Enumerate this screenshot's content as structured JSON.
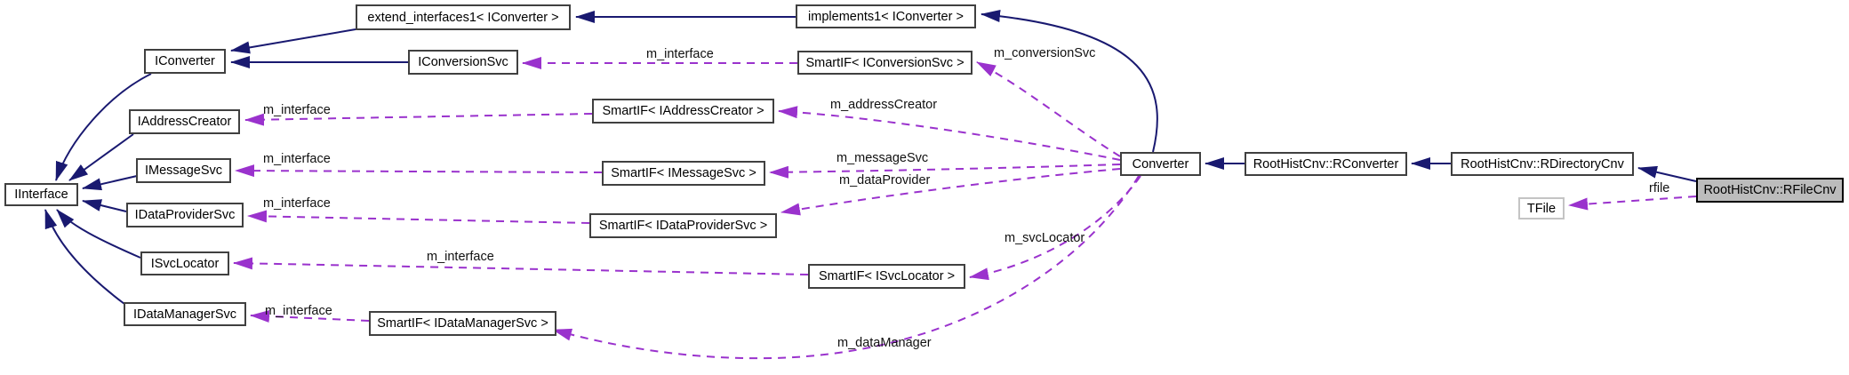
{
  "diagram": {
    "type": "class-collaboration-graph",
    "highlighted_node": "RootHistCnv::RFileCnv"
  },
  "colors": {
    "inheritance_edge": "#191970",
    "usage_edge": "#9a32cd",
    "node_border": "#404040",
    "highlight_fill": "#bcbcbc",
    "external_border": "#c4c4c4",
    "background": "#ffffff"
  },
  "nodes": [
    {
      "id": "extend_interfaces1",
      "label": "extend_interfaces1< IConverter >"
    },
    {
      "id": "implements1",
      "label": "implements1< IConverter >"
    },
    {
      "id": "iconverter",
      "label": "IConverter"
    },
    {
      "id": "iconversionsvc",
      "label": "IConversionSvc"
    },
    {
      "id": "smartif_iconversionsvc",
      "label": "SmartIF< IConversionSvc >"
    },
    {
      "id": "iaddresscreator",
      "label": "IAddressCreator"
    },
    {
      "id": "smartif_iaddresscreator",
      "label": "SmartIF< IAddressCreator >"
    },
    {
      "id": "imessagesvc",
      "label": "IMessageSvc"
    },
    {
      "id": "smartif_imessagesvc",
      "label": "SmartIF< IMessageSvc >"
    },
    {
      "id": "iinterface",
      "label": "IInterface"
    },
    {
      "id": "idataprovidersvc",
      "label": "IDataProviderSvc"
    },
    {
      "id": "smartif_idataprovidersvc",
      "label": "SmartIF< IDataProviderSvc >"
    },
    {
      "id": "isvclocator",
      "label": "ISvcLocator"
    },
    {
      "id": "smartif_isvclocator",
      "label": "SmartIF< ISvcLocator >"
    },
    {
      "id": "idatamanagersvc",
      "label": "IDataManagerSvc"
    },
    {
      "id": "smartif_idatamanagersvc",
      "label": "SmartIF< IDataManagerSvc >"
    },
    {
      "id": "converter",
      "label": "Converter"
    },
    {
      "id": "rconverter",
      "label": "RootHistCnv::RConverter"
    },
    {
      "id": "rdirectorycnv",
      "label": "RootHistCnv::RDirectoryCnv"
    },
    {
      "id": "rfilecnv",
      "label": "RootHistCnv::RFileCnv"
    },
    {
      "id": "tfile",
      "label": "TFile"
    }
  ],
  "edges": [
    {
      "from": "implements1",
      "to": "extend_interfaces1",
      "type": "inheritance"
    },
    {
      "from": "extend_interfaces1",
      "to": "iconverter",
      "type": "inheritance"
    },
    {
      "from": "iconversionsvc",
      "to": "iconverter",
      "type": "inheritance"
    },
    {
      "from": "iconverter",
      "to": "iinterface",
      "type": "inheritance"
    },
    {
      "from": "iaddresscreator",
      "to": "iinterface",
      "type": "inheritance"
    },
    {
      "from": "imessagesvc",
      "to": "iinterface",
      "type": "inheritance"
    },
    {
      "from": "idataprovidersvc",
      "to": "iinterface",
      "type": "inheritance"
    },
    {
      "from": "isvclocator",
      "to": "iinterface",
      "type": "inheritance"
    },
    {
      "from": "idatamanagersvc",
      "to": "iinterface",
      "type": "inheritance"
    },
    {
      "from": "converter",
      "to": "implements1",
      "type": "inheritance"
    },
    {
      "from": "rconverter",
      "to": "converter",
      "type": "inheritance"
    },
    {
      "from": "rdirectorycnv",
      "to": "rconverter",
      "type": "inheritance"
    },
    {
      "from": "rfilecnv",
      "to": "rdirectorycnv",
      "type": "inheritance"
    },
    {
      "from": "smartif_iconversionsvc",
      "to": "iconversionsvc",
      "type": "usage",
      "label": "m_interface"
    },
    {
      "from": "converter",
      "to": "smartif_iconversionsvc",
      "type": "usage",
      "label": "m_conversionSvc"
    },
    {
      "from": "smartif_iaddresscreator",
      "to": "iaddresscreator",
      "type": "usage",
      "label": "m_interface"
    },
    {
      "from": "converter",
      "to": "smartif_iaddresscreator",
      "type": "usage",
      "label": "m_addressCreator"
    },
    {
      "from": "smartif_imessagesvc",
      "to": "imessagesvc",
      "type": "usage",
      "label": "m_interface"
    },
    {
      "from": "converter",
      "to": "smartif_imessagesvc",
      "type": "usage",
      "label": "m_messageSvc"
    },
    {
      "from": "smartif_idataprovidersvc",
      "to": "idataprovidersvc",
      "type": "usage",
      "label": "m_interface"
    },
    {
      "from": "converter",
      "to": "smartif_idataprovidersvc",
      "type": "usage",
      "label": "m_dataProvider"
    },
    {
      "from": "smartif_isvclocator",
      "to": "isvclocator",
      "type": "usage",
      "label": "m_interface"
    },
    {
      "from": "converter",
      "to": "smartif_isvclocator",
      "type": "usage",
      "label": "m_svcLocator"
    },
    {
      "from": "smartif_idatamanagersvc",
      "to": "idatamanagersvc",
      "type": "usage",
      "label": "m_interface"
    },
    {
      "from": "converter",
      "to": "smartif_idatamanagersvc",
      "type": "usage",
      "label": "m_dataManager"
    },
    {
      "from": "rfilecnv",
      "to": "tfile",
      "type": "usage",
      "label": "rfile"
    }
  ]
}
